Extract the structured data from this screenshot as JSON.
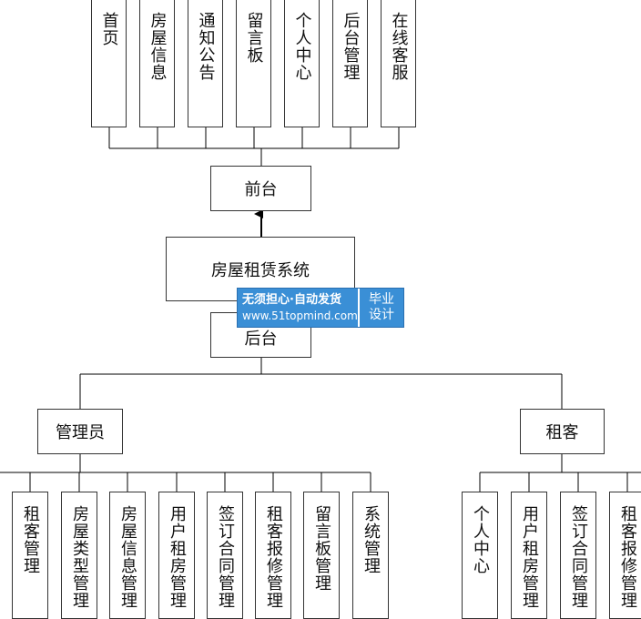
{
  "colors": {
    "line": "#000000",
    "box_border": "#333333",
    "watermark_bg": "#3a8fd6"
  },
  "front_items": [
    "首页",
    "房屋信息",
    "通知公告",
    "留言板",
    "个人中心",
    "后台管理",
    "在线客服"
  ],
  "front": "前台",
  "system": "房屋租赁系统",
  "back": "后台",
  "admin": "管理员",
  "tenant": "租客",
  "admin_items": [
    "租客管理",
    "房屋类型管理",
    "房屋信息管理",
    "用户租房管理",
    "签订合同管理",
    "租客报修管理",
    "留言板管理",
    "系统管理"
  ],
  "tenant_items": [
    "个人中心",
    "用户租房管理",
    "签订合同管理",
    "租客报修管理"
  ],
  "watermark": {
    "slogan": "无须担心·自动发货",
    "url": "www.51topmind.com",
    "tag_line1": "毕业",
    "tag_line2": "设计"
  }
}
